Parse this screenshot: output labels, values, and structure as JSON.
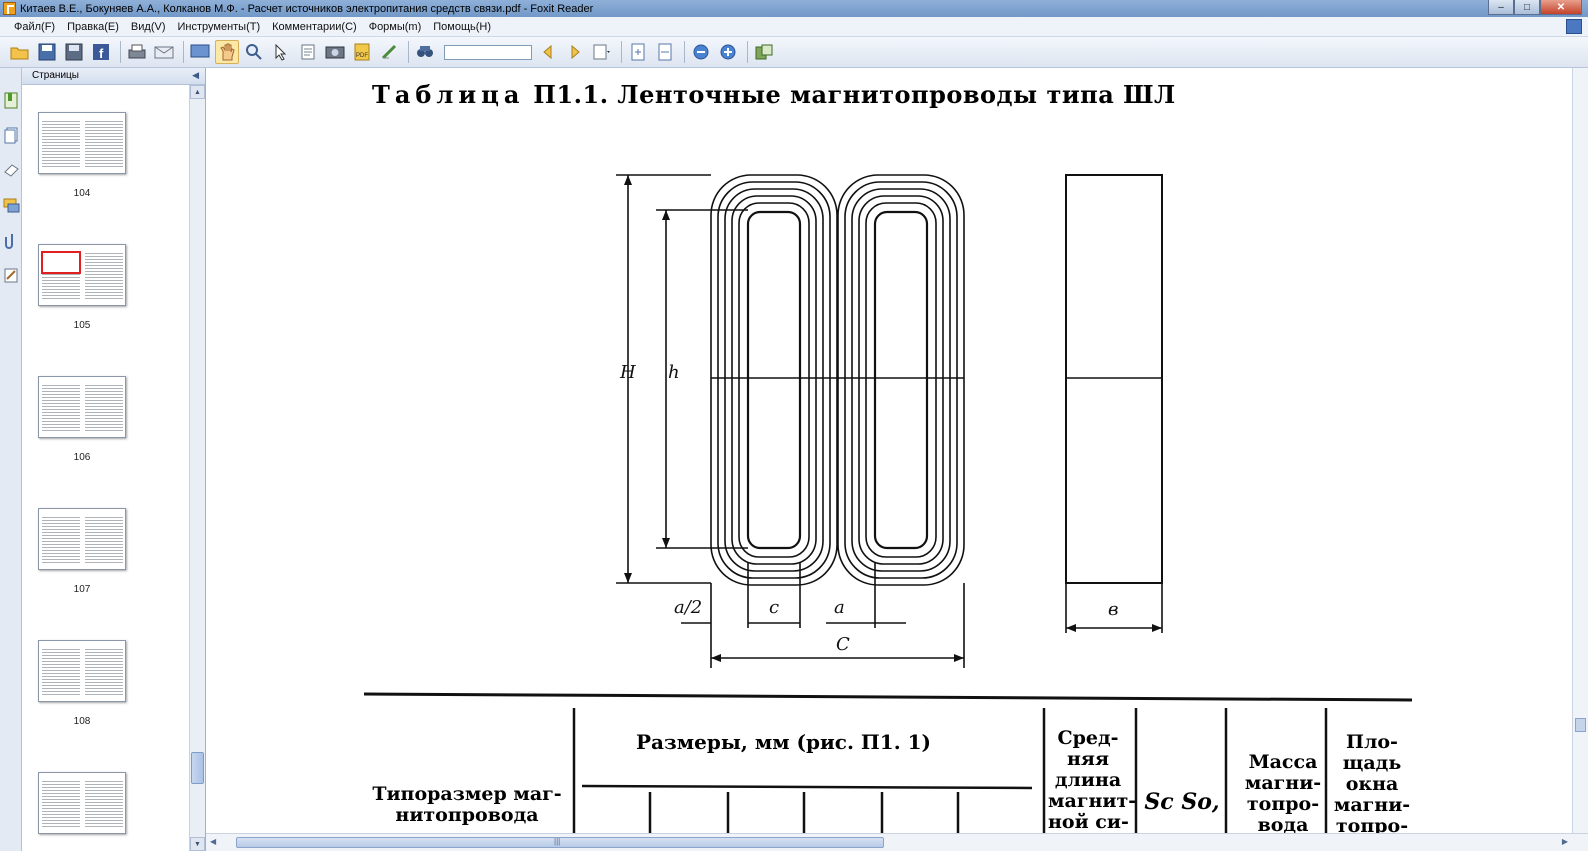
{
  "window": {
    "title": "Китаев В.Е., Бокуняев А.А., Колканов М.Ф. - Расчет источников электропитания средств связи.pdf - Foxit Reader",
    "buttons": {
      "minimize": "–",
      "maximize": "□",
      "close": "✕"
    }
  },
  "menu": {
    "items": [
      "Файл(F)",
      "Правка(E)",
      "Вид(V)",
      "Инструменты(T)",
      "Комментарии(C)",
      "Формы(m)",
      "Помощь(H)"
    ]
  },
  "toolbar": {
    "icons": [
      "open-icon",
      "save-icon",
      "save-all-icon",
      "facebook-icon",
      "print-icon",
      "email-icon",
      "full-screen-icon",
      "hand-tool-icon",
      "zoom-tool-icon",
      "select-tool-icon",
      "text-select-icon",
      "snapshot-icon",
      "pdf-icon",
      "eraser-icon",
      "find-icon",
      "prev-result-icon",
      "next-result-icon",
      "search-options-icon",
      "fit-page-icon",
      "fit-width-icon",
      "zoom-out-icon",
      "zoom-in-icon",
      "rotate-icon"
    ],
    "search_value": ""
  },
  "sidebar": {
    "panel_title": "Страницы",
    "thumbnails": [
      {
        "label": "104",
        "highlighted": false
      },
      {
        "label": "105",
        "highlighted": true
      },
      {
        "label": "106",
        "highlighted": false
      },
      {
        "label": "107",
        "highlighted": false
      },
      {
        "label": "108",
        "highlighted": false
      },
      {
        "label": "",
        "highlighted": false
      }
    ]
  },
  "document": {
    "title_prefix": "Таблица",
    "title_rest": "П1.1. Ленточные магнитопроводы типа ШЛ",
    "figure_labels": {
      "H": "H",
      "h": "h",
      "a_half": "a/2",
      "c": "c",
      "a": "a",
      "C": "C",
      "b": "в"
    },
    "table": {
      "dims_header": "Размеры, мм (рис. П1. 1)",
      "col_type": [
        "Типоразмер маг-",
        "нитопровода"
      ],
      "col_length": [
        "Сред-",
        "няя",
        "длина",
        "магнит-",
        "ной си-"
      ],
      "col_sc": "Sc So,",
      "col_mass": [
        "Масса",
        "магни-",
        "топро-",
        "вода"
      ],
      "col_area": [
        "Пло-",
        "щадь",
        "окна",
        "магни-",
        "топро-"
      ]
    }
  },
  "colors": {
    "titlebar": "#7c9fcc",
    "accent": "#2f5e9e",
    "highlight": "#e02020"
  }
}
